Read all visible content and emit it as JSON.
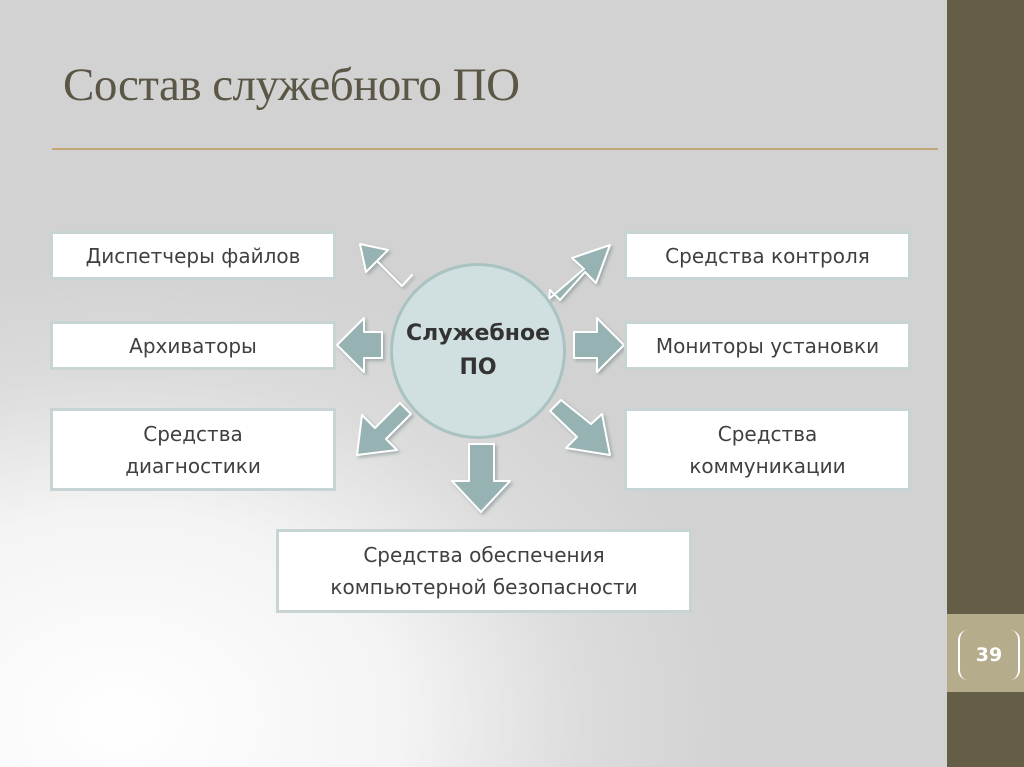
{
  "slide": {
    "title": "Состав служебного ПО",
    "page_number": "39"
  },
  "center": {
    "label": "Служебное ПО"
  },
  "items": {
    "file_managers": "Диспетчеры файлов",
    "archivers": "Архиваторы",
    "diagnostics": "Средства диагностики",
    "control": "Средства контроля",
    "install_monitors": "Мониторы установки",
    "communication": "Средства коммуникации",
    "security": "Средства обеспечения компьютерной безопасности"
  },
  "colors": {
    "title": "#5b5645",
    "rule": "#c4a575",
    "sidebar": "#655e47",
    "sidebar_band": "#b5ac8c",
    "arrow_fill": "#97b2b2",
    "circle_fill": "#d0e0e0",
    "box_border": "#c8d4d4"
  }
}
